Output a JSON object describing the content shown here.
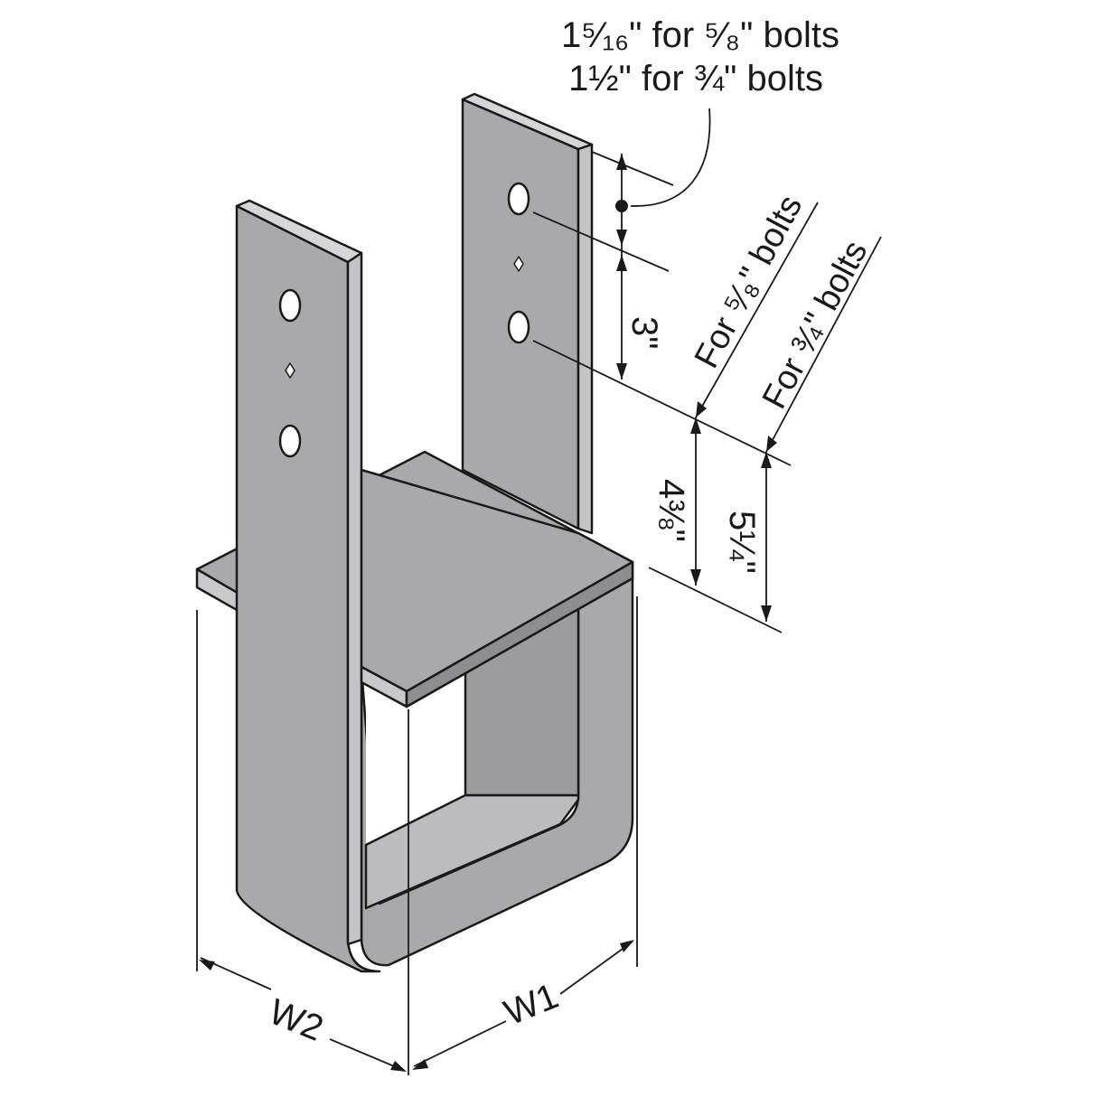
{
  "callout": {
    "line1": "1⁵⁄₁₆\" for ⁵⁄₈\" bolts",
    "line2": "1½\" for ¾\" bolts"
  },
  "dimensions": {
    "hole_spacing": "3\"",
    "for_5_8_label": "For ⁵⁄₈\" bolts",
    "for_3_4_label": "For ¾\" bolts",
    "height_5_8": "4⅜\"",
    "height_3_4": "5¼\"",
    "w1": "W1",
    "w2": "W2"
  },
  "colors": {
    "metal_face": "#a9a9ab",
    "metal_edge": "#d6d6d8",
    "metal_shadow": "#8e8e90",
    "line": "#1a1a1a"
  }
}
